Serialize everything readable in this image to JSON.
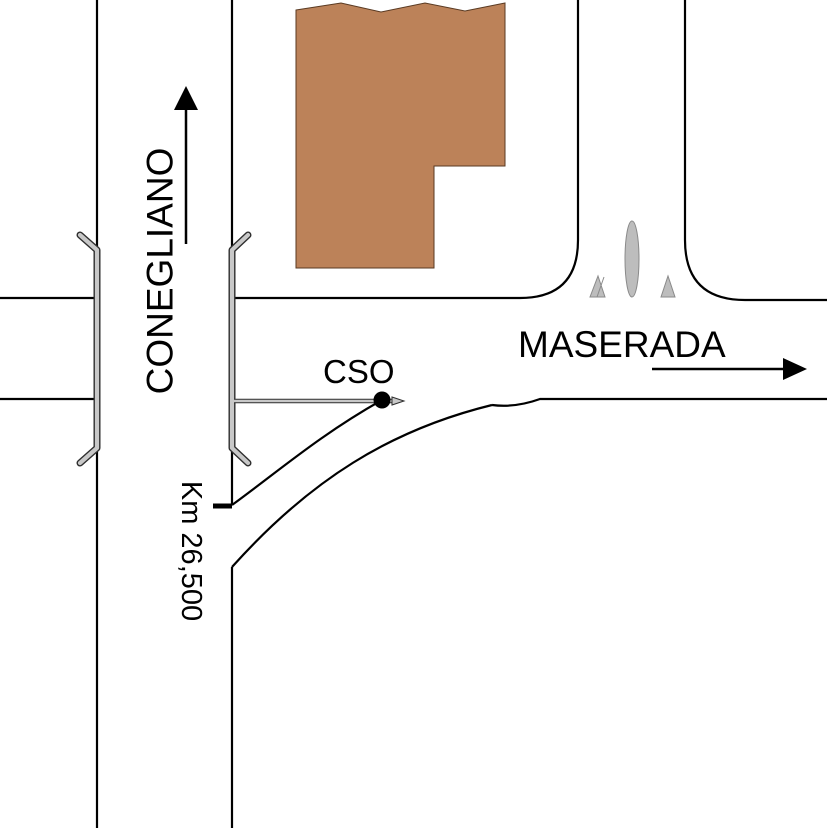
{
  "map": {
    "labels": {
      "north_direction": "CONEGLIANO",
      "east_direction": "MASERADA",
      "point": "CSO",
      "kilometer": "Km 26,500"
    },
    "colors": {
      "building": "#bc8259",
      "road_line": "#000000",
      "guardrail": "#c8c8c8",
      "island": "#bdbdbd"
    }
  }
}
